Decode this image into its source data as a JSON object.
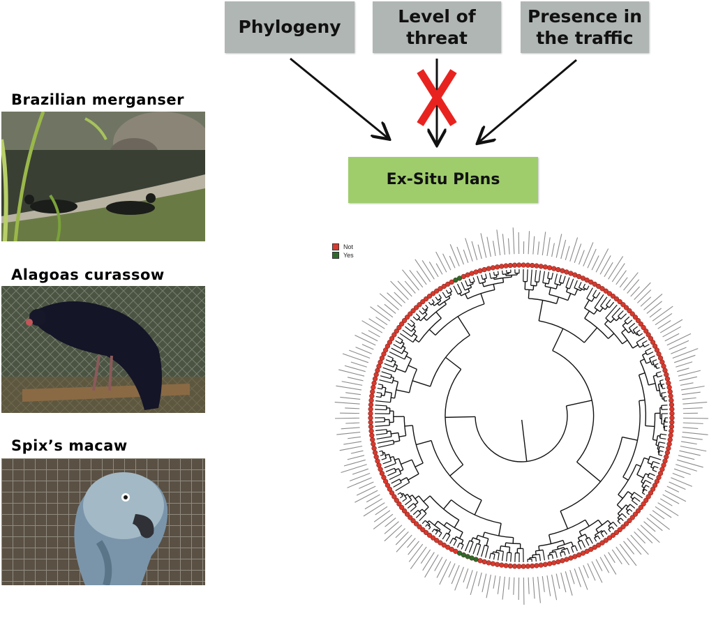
{
  "boxes": {
    "phylogeny": "Phylogeny",
    "threat_line1": "Level of",
    "threat_line2": "threat",
    "traffic_line1": "Presence in",
    "traffic_line2": "the traffic",
    "plans": "Ex-Situ Plans"
  },
  "species": [
    {
      "label": "Brazilian merganser"
    },
    {
      "label": "Alagoas curassow"
    },
    {
      "label": "Spix’s macaw"
    }
  ],
  "legend": [
    {
      "label": "Not",
      "color": "#d83a2e"
    },
    {
      "label": "Yes",
      "color": "#2e6b2a"
    }
  ],
  "colors": {
    "grey_box": "#b0b6b3",
    "green_box": "#9fcd6c",
    "cross": "#e8231f"
  },
  "tree": {
    "tip_count": 216,
    "yes_tips": [
      118,
      119,
      120,
      121,
      122,
      200,
      201
    ]
  }
}
